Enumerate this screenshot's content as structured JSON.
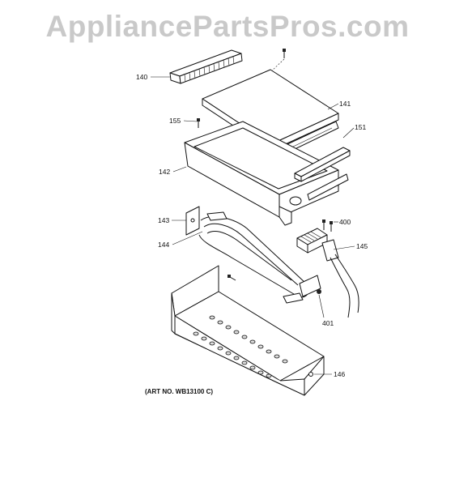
{
  "watermark": "AppliancePartsPros.com",
  "art_number": "(ART NO. WB13100 C)",
  "parts": [
    {
      "id": "p140",
      "label": "140"
    },
    {
      "id": "p141",
      "label": "141"
    },
    {
      "id": "p155",
      "label": "155"
    },
    {
      "id": "p151",
      "label": "151"
    },
    {
      "id": "p142",
      "label": "142"
    },
    {
      "id": "p143",
      "label": "143"
    },
    {
      "id": "p400",
      "label": "400"
    },
    {
      "id": "p144",
      "label": "144"
    },
    {
      "id": "p145",
      "label": "145"
    },
    {
      "id": "p401",
      "label": "401"
    },
    {
      "id": "p146",
      "label": "146"
    }
  ]
}
